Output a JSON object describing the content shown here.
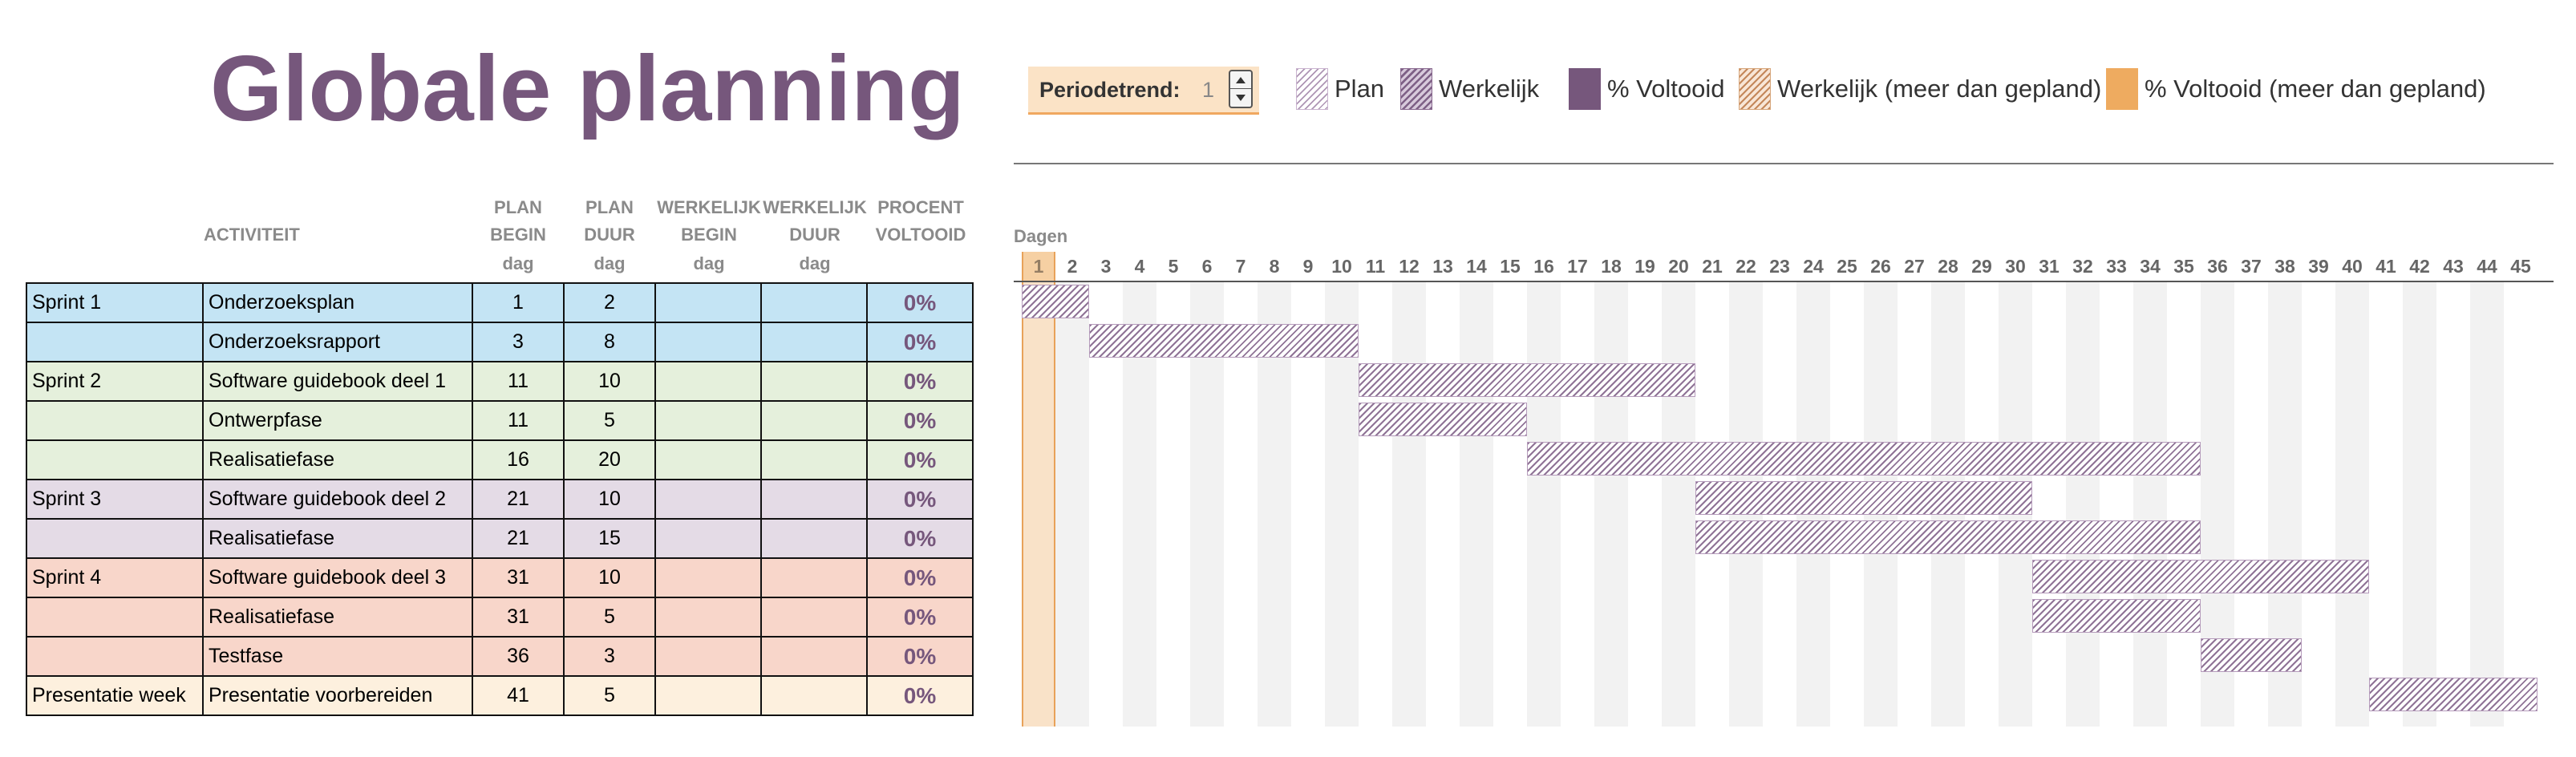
{
  "title": "Globale planning",
  "period": {
    "label": "Periodetrend:",
    "value": "1"
  },
  "legend": [
    {
      "key": "plan",
      "label": "Plan"
    },
    {
      "key": "actual",
      "label": "Werkelijk"
    },
    {
      "key": "done",
      "label": "% Voltooid"
    },
    {
      "key": "over",
      "label": "Werkelijk (meer dan gepland)"
    },
    {
      "key": "doneover",
      "label": "% Voltooid (meer dan gepland)"
    }
  ],
  "columns": {
    "activity": "ACTIVITEIT",
    "plan_begin": [
      "PLAN",
      "BEGIN"
    ],
    "plan_duration": [
      "PLAN",
      "DUUR"
    ],
    "actual_begin": [
      "WERKELIJK",
      "BEGIN"
    ],
    "actual_duration": [
      "WERKELIJK",
      "DUUR"
    ],
    "percent": [
      "PROCENT",
      "VOLTOOID"
    ],
    "unit": "dag"
  },
  "gantt": {
    "label": "Dagen",
    "days": 45,
    "current_period": 1
  },
  "tasks": [
    {
      "group": "Sprint 1",
      "activity": "Onderzoeksplan",
      "plan_begin": 1,
      "plan_duration": 2,
      "actual_begin": "",
      "actual_duration": "",
      "percent": "0%",
      "color": "s1"
    },
    {
      "group": "",
      "activity": "Onderzoeksrapport",
      "plan_begin": 3,
      "plan_duration": 8,
      "actual_begin": "",
      "actual_duration": "",
      "percent": "0%",
      "color": "s1"
    },
    {
      "group": "Sprint 2",
      "activity": "Software guidebook deel 1",
      "plan_begin": 11,
      "plan_duration": 10,
      "actual_begin": "",
      "actual_duration": "",
      "percent": "0%",
      "color": "s2"
    },
    {
      "group": "",
      "activity": "Ontwerpfase",
      "plan_begin": 11,
      "plan_duration": 5,
      "actual_begin": "",
      "actual_duration": "",
      "percent": "0%",
      "color": "s2"
    },
    {
      "group": "",
      "activity": "Realisatiefase",
      "plan_begin": 16,
      "plan_duration": 20,
      "actual_begin": "",
      "actual_duration": "",
      "percent": "0%",
      "color": "s2"
    },
    {
      "group": "Sprint 3",
      "activity": "Software guidebook deel 2",
      "plan_begin": 21,
      "plan_duration": 10,
      "actual_begin": "",
      "actual_duration": "",
      "percent": "0%",
      "color": "s3"
    },
    {
      "group": "",
      "activity": "Realisatiefase",
      "plan_begin": 21,
      "plan_duration": 15,
      "actual_begin": "",
      "actual_duration": "",
      "percent": "0%",
      "color": "s3"
    },
    {
      "group": "Sprint 4",
      "activity": "Software guidebook deel 3",
      "plan_begin": 31,
      "plan_duration": 10,
      "actual_begin": "",
      "actual_duration": "",
      "percent": "0%",
      "color": "s4"
    },
    {
      "group": "",
      "activity": "Realisatiefase",
      "plan_begin": 31,
      "plan_duration": 5,
      "actual_begin": "",
      "actual_duration": "",
      "percent": "0%",
      "color": "s4"
    },
    {
      "group": "",
      "activity": "Testfase",
      "plan_begin": 36,
      "plan_duration": 3,
      "actual_begin": "",
      "actual_duration": "",
      "percent": "0%",
      "color": "s4"
    },
    {
      "group": "Presentatie week",
      "activity": "Presentatie voorbereiden",
      "plan_begin": 41,
      "plan_duration": 5,
      "actual_begin": "",
      "actual_duration": "",
      "percent": "0%",
      "color": "s5"
    }
  ]
}
